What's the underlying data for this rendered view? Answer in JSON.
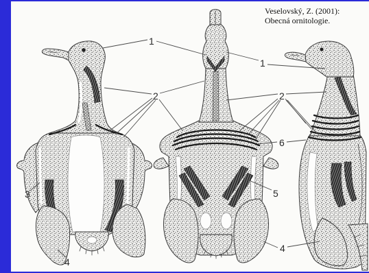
{
  "slide": {
    "background_color": "#2b2bd8",
    "panel_color": "#fbfbf9",
    "ink_color": "#2a2a2a"
  },
  "citation": {
    "author_year": "Veselovský, Z. (2001):",
    "title": "Obecná ornitologie."
  },
  "figure": {
    "labels": [
      "1",
      "1",
      "2",
      "2",
      "3",
      "4",
      "4",
      "5",
      "6"
    ]
  }
}
